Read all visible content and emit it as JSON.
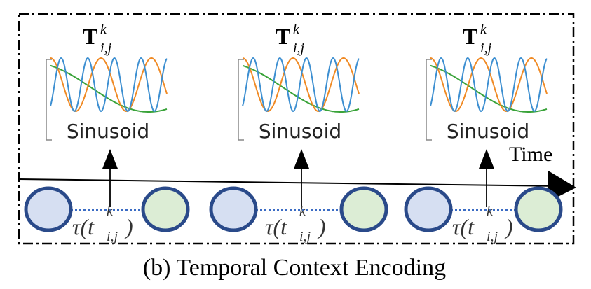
{
  "panels": [
    {
      "title_main": "T",
      "title_sup": "k",
      "title_sub": "i,j",
      "caption": "Sinusoid"
    },
    {
      "title_main": "T",
      "title_sup": "k",
      "title_sub": "i,j",
      "caption": "Sinusoid"
    },
    {
      "title_main": "T",
      "title_sup": "k",
      "title_sub": "i,j",
      "caption": "Sinusoid"
    }
  ],
  "time_label": "Time",
  "taus": [
    {
      "fn": "τ(t",
      "sup": "k",
      "sub": "i,j",
      "close": ")"
    },
    {
      "fn": "τ(t",
      "sup": "k",
      "sub": "i,j",
      "close": ")"
    },
    {
      "fn": "τ(t",
      "sup": "k",
      "sub": "i,j",
      "close": ")"
    }
  ],
  "caption": "(b) Temporal Context Encoding",
  "colors": {
    "blue_wave": "#3d8fd1",
    "orange_wave": "#f08a24",
    "green_wave": "#3aa33a",
    "node_blue_fill": "#d6dff2",
    "node_green_fill": "#dcedd5",
    "node_border": "#2a4a8a",
    "dotted_link": "#3b6cc4",
    "frame": "#000000"
  }
}
